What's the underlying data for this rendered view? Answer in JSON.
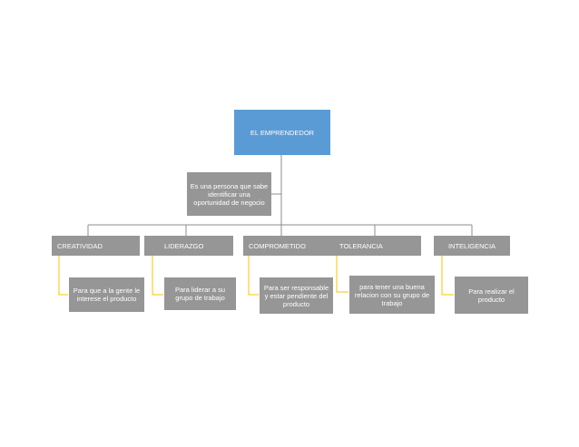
{
  "root": {
    "label": "EL EMPRENDEDOR"
  },
  "assistant": {
    "label": "Es una persona que sabe identificar una oportunidad de negocio"
  },
  "categories": [
    {
      "label": "CREATIVIDAD",
      "description": "Para que a la gente le interese el producto"
    },
    {
      "label": "LIDERAZGO",
      "description": "Para liderar a su grupo de trabajo"
    },
    {
      "label": "COMPROMETIDO",
      "description": "Para ser responsable y estar pendiente del producto"
    },
    {
      "label": "TOLERANCIA",
      "description": "para tener una buena relacion con su grupo de trabajo"
    },
    {
      "label": "INTELIGENCIA",
      "description": "Para realizar el producto"
    }
  ],
  "colors": {
    "root_fill": "#5b9bd5",
    "node_fill": "#969696",
    "connector_gray": "#8c8c8c",
    "connector_yellow": "#ffc000",
    "text": "#ffffff"
  }
}
